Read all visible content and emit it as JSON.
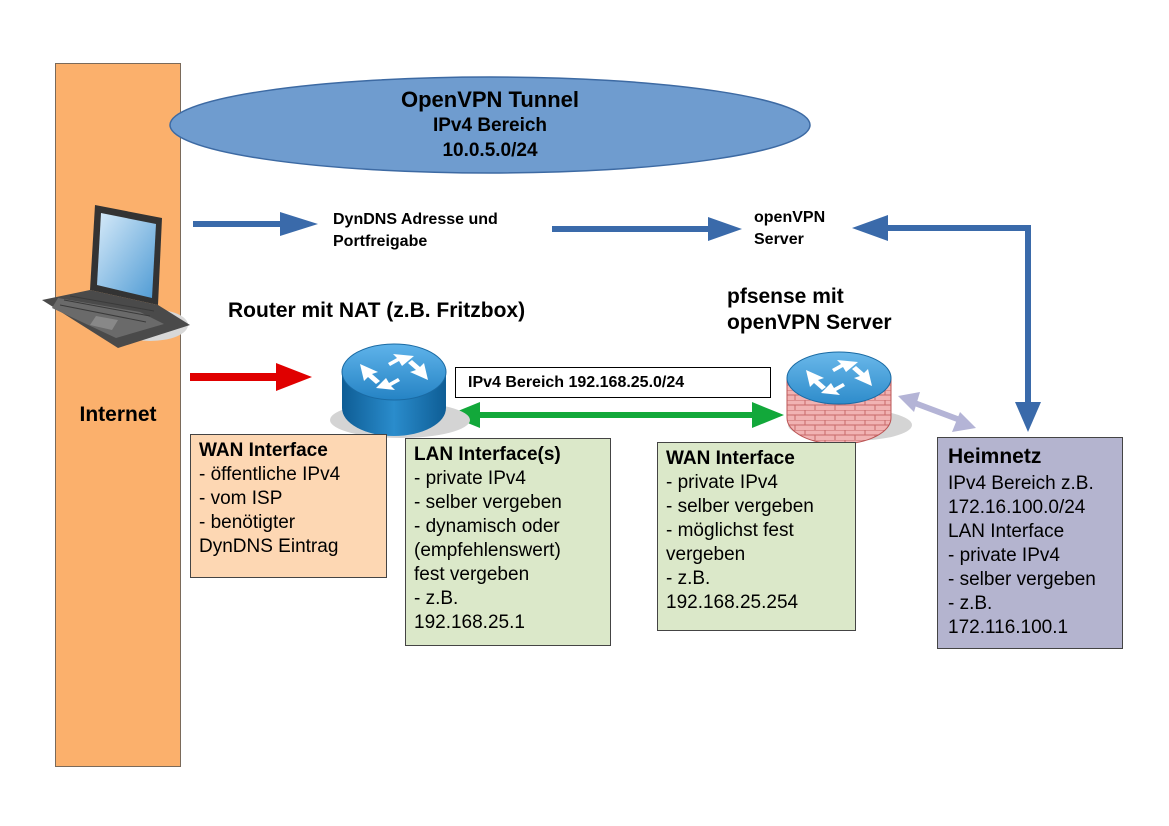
{
  "internet": {
    "label": "Internet"
  },
  "tunnel": {
    "title": "OpenVPN Tunnel",
    "line2": "IPv4 Bereich",
    "line3": "10.0.5.0/24"
  },
  "dyndns_label": {
    "line1": "DynDNS Adresse und",
    "line2": "Portfreigabe"
  },
  "openvpn_label": {
    "line1": "openVPN",
    "line2": "Server"
  },
  "router_title": "Router mit NAT (z.B. Fritzbox)",
  "pfsense_title": {
    "line1": "pfsense mit",
    "line2": "openVPN Server"
  },
  "range_label": "IPv4 Bereich 192.168.25.0/24",
  "wan_box": {
    "heading": "WAN Interface",
    "lines": [
      "- öffentliche IPv4",
      "- vom ISP",
      "- benötigter",
      "DynDNS Eintrag"
    ]
  },
  "lan_box": {
    "heading": "LAN Interface(s)",
    "lines": [
      "- private IPv4",
      "- selber vergeben",
      "- dynamisch oder",
      "(empfehlenswert)",
      "fest vergeben",
      "- z.B.",
      "192.168.25.1"
    ]
  },
  "pf_wan_box": {
    "heading": "WAN Interface",
    "lines": [
      "- private IPv4",
      "- selber vergeben",
      "- möglichst fest",
      "vergeben",
      "- z.B.",
      "192.168.25.254"
    ]
  },
  "home_box": {
    "heading": "Heimnetz",
    "lines": [
      "IPv4 Bereich z.B.",
      "172.16.100.0/24",
      "LAN Interface",
      "- private IPv4",
      "- selber vergeben",
      "- z.B.",
      "172.116.100.1"
    ]
  },
  "colors": {
    "internet": "#fbb06c",
    "tunnel": "#6f9ccf",
    "blue_arrow": "#3a6aaa",
    "red_arrow": "#e00000",
    "green_arrow": "#12a83a",
    "lavender_arrow": "#b4b4d6",
    "wan_box": "#fdd7b3",
    "lan_box": "#dbe8c9",
    "home_box": "#b4b4cf"
  }
}
